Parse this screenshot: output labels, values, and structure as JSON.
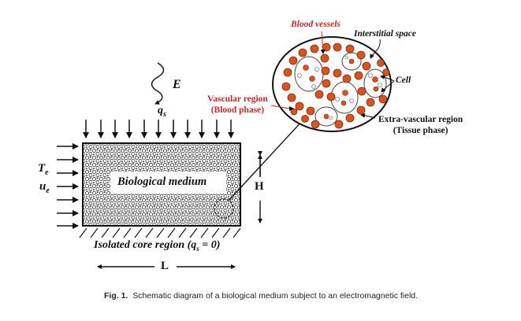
{
  "labels": {
    "E": "E",
    "q_main": "q",
    "q_sub": "s",
    "T_main": "T",
    "T_sub": "e",
    "u_main": "u",
    "u_sub": "e",
    "medium": "Biological medium",
    "H": "H",
    "L": "L",
    "core_prefix": "Isolated core region (",
    "core_q": "q",
    "core_sub": "s",
    "core_suffix": " = 0)",
    "blood_vessels": "Blood vessels",
    "interstitial": "Interstitial space",
    "cell": "Cell",
    "vascular_line1": "Vascular region",
    "vascular_line2": "(Blood phase)",
    "extravascular_line1": "Extra-vascular region",
    "extravascular_line2": "(Tissue phase)"
  },
  "caption": {
    "figure_label": "Fig. 1.",
    "text": "Schematic diagram of a biological medium subject to an electromagnetic field."
  },
  "colors": {
    "vessel": "#d9531e",
    "vessel_edge": "#7a2a0e",
    "highlight": "#c62828",
    "ink": "#111111"
  }
}
